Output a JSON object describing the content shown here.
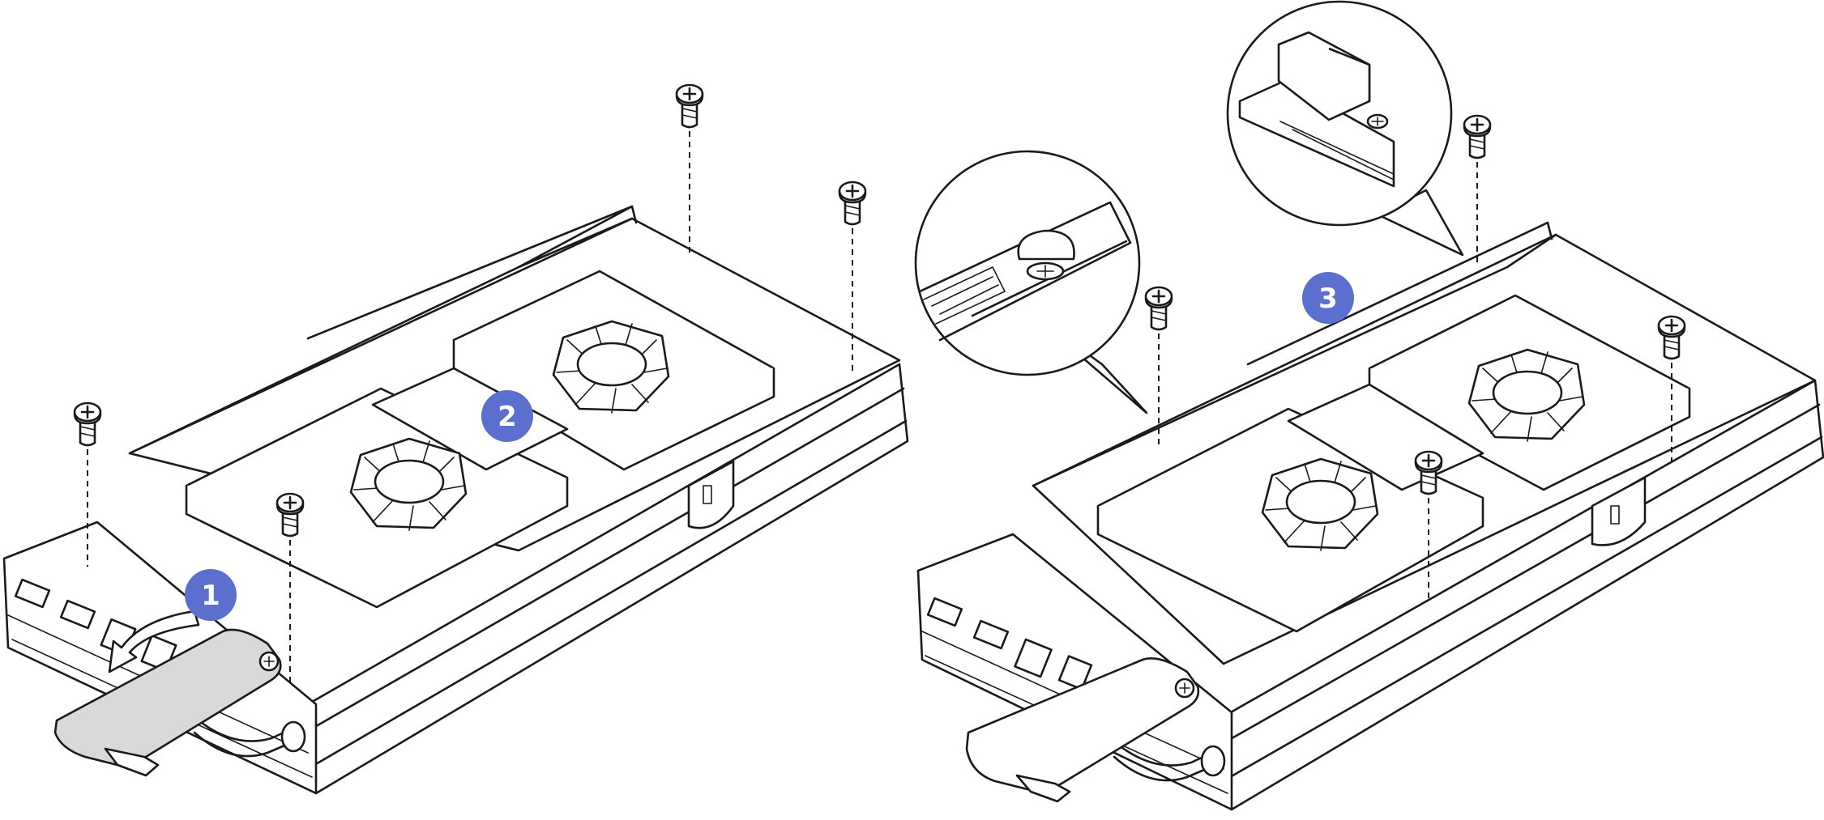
{
  "callouts": [
    {
      "number": "1",
      "color": "#5b6fce"
    },
    {
      "number": "2",
      "color": "#5b6fce"
    },
    {
      "number": "3",
      "color": "#5b6fce"
    }
  ],
  "icons": [
    "screw-icon",
    "rotation-arrow-icon",
    "fan-icon"
  ]
}
